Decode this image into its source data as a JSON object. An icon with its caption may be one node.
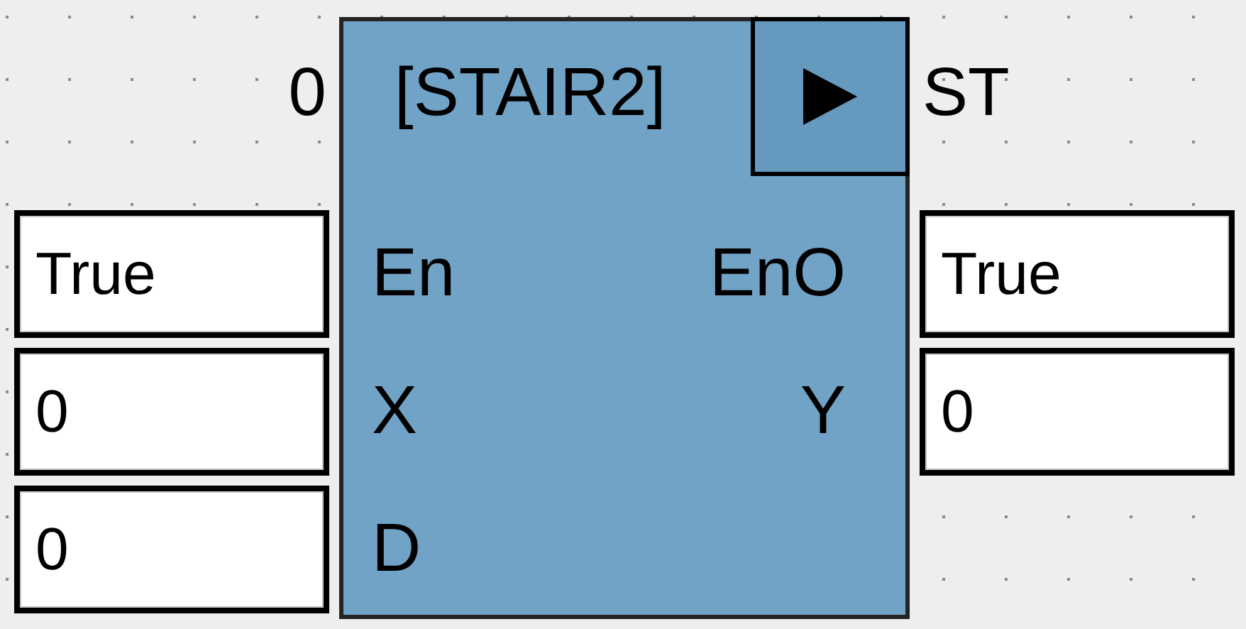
{
  "diagram": {
    "nodes": [
      {
        "text": [
          "[STAIR2]",
          "En",
          "EnO",
          "X",
          "Y",
          "D"
        ],
        "beside": [
          "0",
          "ST"
        ]
      },
      {
        "text": [
          "True"
        ]
      },
      {
        "text": [
          "True"
        ]
      },
      {
        "text": [
          "0"
        ]
      },
      {
        "text": [
          "0"
        ]
      },
      {
        "text": [
          "0"
        ]
      }
    ]
  }
}
